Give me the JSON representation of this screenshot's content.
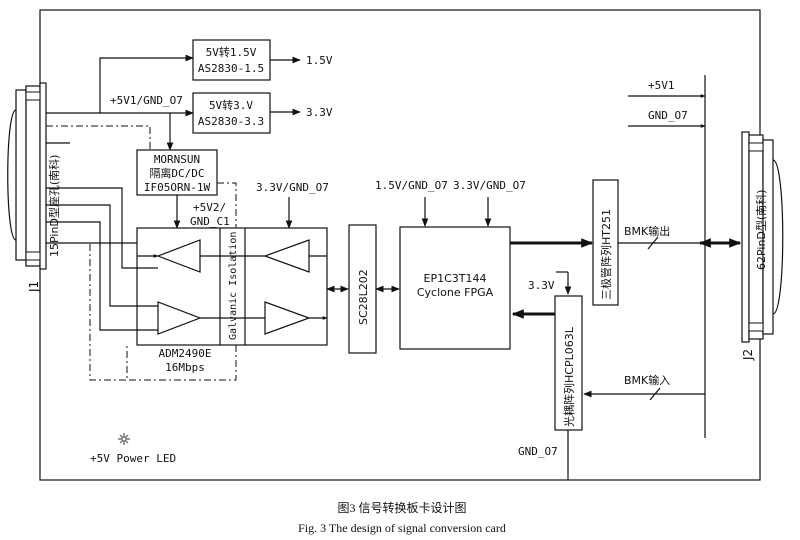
{
  "diagram": {
    "reg15": {
      "line1": "5V转1.5V",
      "line2": "AS2830-1.5",
      "out": "1.5V"
    },
    "reg33": {
      "line1": "5V转3.V",
      "line2": "AS2830-3.3",
      "out": "3.3V"
    },
    "rail_label": "+5V1/GND_O7",
    "dcdc": {
      "line1": "MORNSUN",
      "line2": "隔离DC/DC",
      "line3": "IF05ORN-1W"
    },
    "dcdc_out1": "+5V2/",
    "dcdc_out2": "GND_C1",
    "iso_supply": "3.3V/GND_O7",
    "galvanic": "Galvanic Isolation",
    "adm_name": "ADM2490E",
    "adm_speed": "16Mbps",
    "sc_chip": "SC28L202",
    "fpga_supply1": "1.5V/GND_O7",
    "fpga_supply2": "3.3V/GND_O7",
    "fpga_line1": "EP1C3T144",
    "fpga_line2": "Cyclone FPGA",
    "opto_supply": "3.3V",
    "opto": "光耦阵列HCPL063L",
    "transistor": "三极管阵列HT251",
    "bmk_out": "BMK输出",
    "bmk_in": "BMK输入",
    "gnd_bottom": "GND_O7",
    "v5v1": "+5V1",
    "gnd_o7_right": "GND_O7",
    "j1_conn": "15PinD型座孔(南科)",
    "j1": "J1",
    "j2_conn": "62PinD型(南科)",
    "j2": "J2",
    "power_led": "+5V Power LED"
  },
  "caption": {
    "cn": "图3   信号转换板卡设计图",
    "en": "Fig. 3   The design of signal conversion card"
  }
}
